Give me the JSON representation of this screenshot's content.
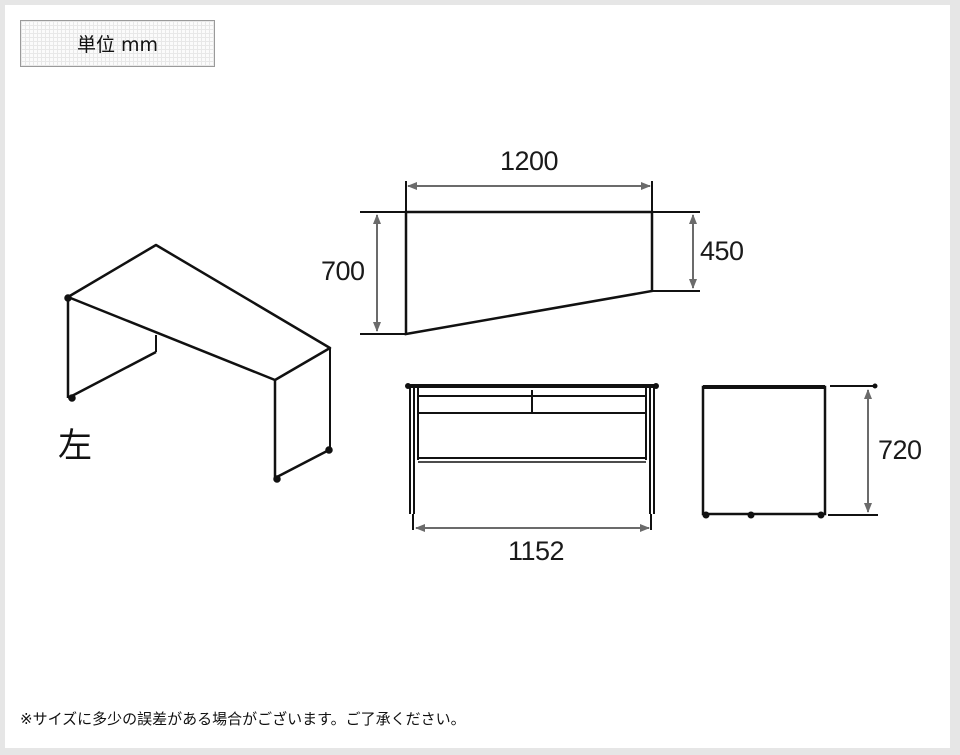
{
  "unit_label": "単位 mm",
  "side_label": "左",
  "dimensions": {
    "top_width": "1200",
    "left_depth": "700",
    "right_depth": "450",
    "front_width": "1152",
    "height": "720"
  },
  "views": [
    "isometric",
    "top",
    "front",
    "side"
  ],
  "footnote": "※サイズに多少の誤差がある場合がございます。ご了承ください。",
  "colors": {
    "frame_bg": "#e6e6e6",
    "panel_bg": "#ffffff",
    "line": "#111111",
    "dimension_line": "#6b6b6b"
  }
}
